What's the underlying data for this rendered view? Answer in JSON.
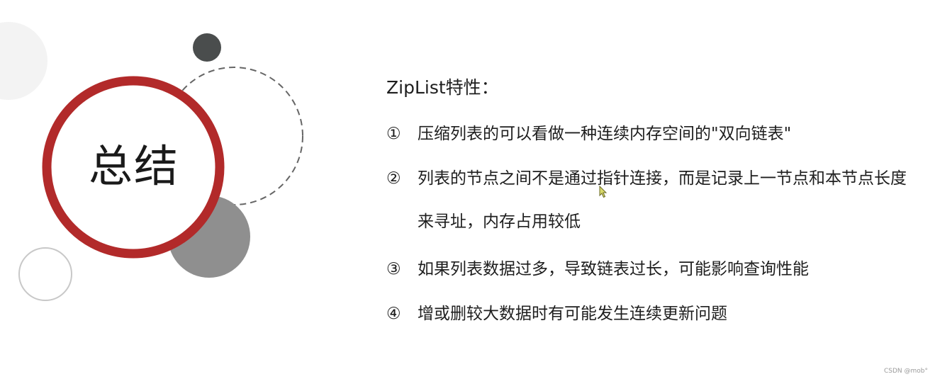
{
  "summary": {
    "title": "总结"
  },
  "heading": "ZipList特性：",
  "items": [
    {
      "num": "①",
      "text": "压缩列表的可以看做一种连续内存空间的\"双向链表\""
    },
    {
      "num": "②",
      "text": "列表的节点之间不是通过指针连接，而是记录上一节点和本节点长度来寻址，内存占用较低"
    },
    {
      "num": "③",
      "text": "如果列表数据过多，导致链表过长，可能影响查询性能"
    },
    {
      "num": "④",
      "text": "增或删较大数据时有可能发生连续更新问题"
    }
  ],
  "watermark": "CSDN @mob°",
  "colors": {
    "ring": "#b22a2a",
    "dark_dot": "#4a4d4d",
    "gray_circle": "#8f8f8f",
    "light_circle": "#f3f3f3",
    "outline_circle": "#c8c8c8",
    "dashed": "#666666"
  }
}
